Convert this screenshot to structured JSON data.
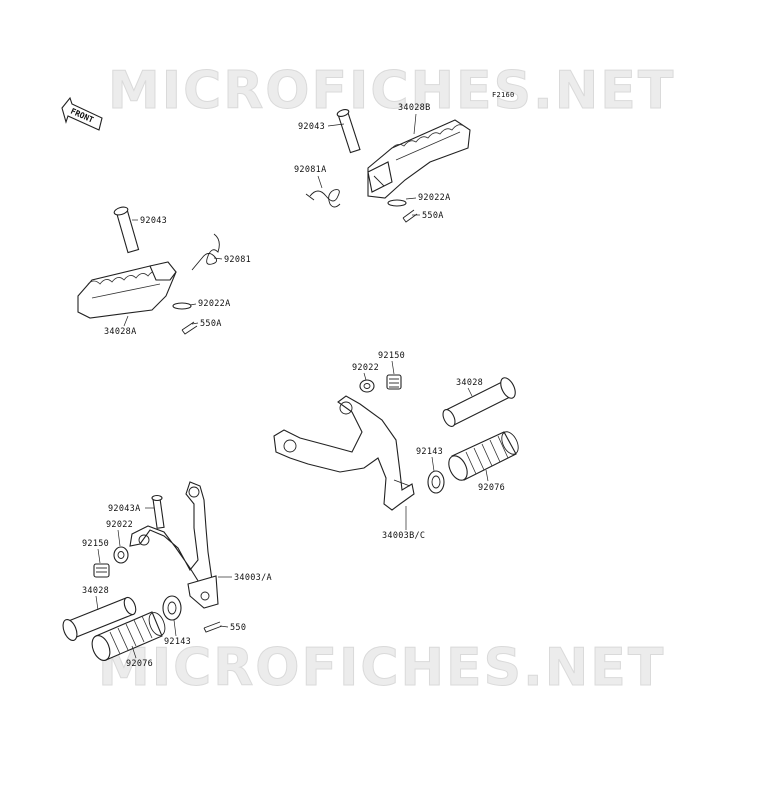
{
  "watermark": {
    "top": "MICROFICHES.NET",
    "bottom": "MICROFICHES.NET"
  },
  "figure_code": "F2160",
  "front_marker": "FRONT",
  "labels": {
    "p92043_top": "92043",
    "p34028B": "34028B",
    "p92081A": "92081A",
    "p92022A_top": "92022A",
    "p550A_top": "550A",
    "p92043_left": "92043",
    "p92081": "92081",
    "p92022A_left": "92022A",
    "p550A_left": "550A",
    "p34028A": "34028A",
    "p92150_right": "92150",
    "p92022_right": "92022",
    "p34028_right": "34028",
    "p92143_right": "92143",
    "p92076_right": "92076",
    "p34003BC": "34003B/C",
    "p92043A": "92043A",
    "p92022_left": "92022",
    "p92150_left": "92150",
    "p34003A": "34003/A",
    "p34028_left": "34028",
    "p550": "550",
    "p92143_left": "92143",
    "p92076_left": "92076"
  }
}
